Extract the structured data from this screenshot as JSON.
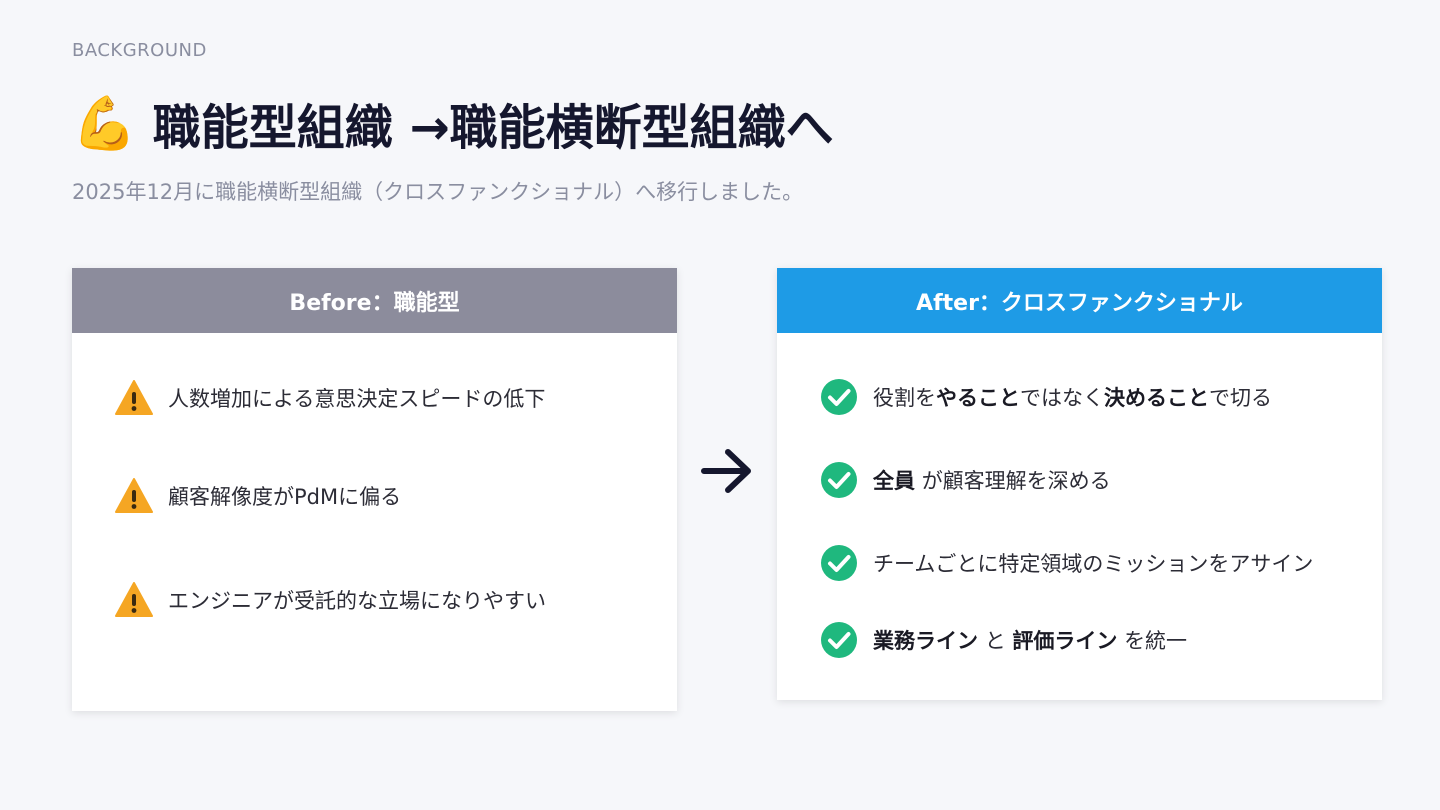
{
  "section_label": "BACKGROUND",
  "title": {
    "emoji": "💪",
    "text": "職能型組織 →職能横断型組織へ"
  },
  "subtitle": "2025年12月に職能横断型組織（クロスファンクショナル）へ移行しました。",
  "before": {
    "header": "Before：職能型",
    "items": [
      {
        "icon": "warning-icon",
        "text": "人数増加による意思決定スピードの低下"
      },
      {
        "icon": "warning-icon",
        "text": "顧客解像度がPdMに偏る"
      },
      {
        "icon": "warning-icon",
        "text": "エンジニアが受託的な立場になりやすい"
      }
    ]
  },
  "after": {
    "header": "After：クロスファンクショナル",
    "items": [
      {
        "icon": "check-icon",
        "parts": [
          "役割を",
          "やること",
          "ではなく",
          "決めること",
          "で切る"
        ]
      },
      {
        "icon": "check-icon",
        "parts": [
          "全員",
          "が顧客理解を深める"
        ]
      },
      {
        "icon": "check-icon",
        "parts": [
          "チームごとに特定領域のミッションをアサイン"
        ]
      },
      {
        "icon": "check-icon",
        "parts": [
          "業務ライン",
          "と",
          "評価ライン",
          "を統一"
        ]
      }
    ]
  },
  "colors": {
    "background": "#f6f7fa",
    "before_header": "#8c8c9c",
    "after_header": "#1e9be6",
    "warning": "#f5a623",
    "check": "#1fb87e",
    "title": "#15172e"
  }
}
